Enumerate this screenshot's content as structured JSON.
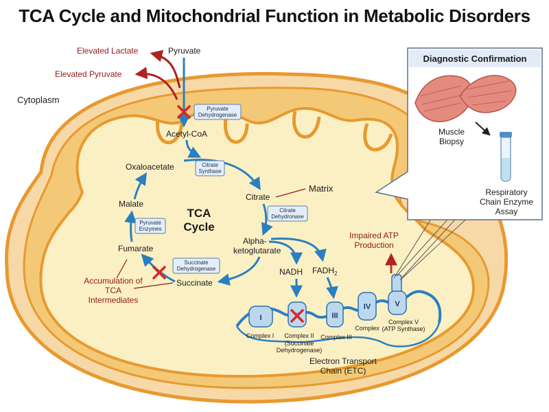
{
  "title": "TCA Cycle and Mitochondrial Function in Metabolic Disorders",
  "cytoplasm_label": "Cytoplasm",
  "matrix_label": "Matrix",
  "cycle_title": [
    "TCA",
    "Cycle"
  ],
  "pyruvate": "Pyruvate",
  "elevated_lactate": "Elevated Lactate",
  "elevated_pyruvate": "Elevated Pyruvate",
  "metabolites": {
    "acetyl_coa": "Acetyl-CoA",
    "citrate": "Citrate",
    "alpha_kg": [
      "Alpha-",
      "ketoglutarate"
    ],
    "succinate": "Succinate",
    "fumarate": "Fumarate",
    "malate": "Malate",
    "oxaloacetate": "Oxaloacetate"
  },
  "enzymes": {
    "pdh": [
      "Pyruvate",
      "Dehydrogenase"
    ],
    "citrate_synthase": [
      "Citrate",
      "Synthase"
    ],
    "citrate_dehydrogenase": [
      "Citrate",
      "Dehydronase"
    ],
    "succinate_dehydrogenase": [
      "Succinate",
      "Dehydrogenase"
    ],
    "pyruvate_enzymes": [
      "Pyruvate",
      "Enzymes"
    ]
  },
  "nadh": "NADH",
  "fadh2": "FADH",
  "fadh2_sub": "2",
  "accumulation": [
    "Accumulation of",
    "TCA",
    "Intermediates"
  ],
  "impaired_atp": [
    "Impaired ATP",
    "Production"
  ],
  "complexes": {
    "numerals": [
      "I",
      "II",
      "III",
      "IV",
      "V"
    ],
    "c1": "Complex I",
    "c2": [
      "Complex II",
      "(Succinate",
      "Dehydrogenase)"
    ],
    "c3": "Complex III",
    "c4": "Complex",
    "c5": [
      "Complex V",
      "(ATP Synthase)"
    ]
  },
  "etc_label": [
    "Electron Transport",
    "Chain (ETC)"
  ],
  "diagnostic": {
    "title": "Diagnostic Confirmation",
    "biopsy": [
      "Muscle",
      "Biopsy"
    ],
    "assay": [
      "Respiratory",
      "Chain Enzyme",
      "Assay"
    ]
  },
  "colors": {
    "arrow_blue": "#2a7fc0",
    "inhibit_red": "#d62828",
    "label_red": "#8e1a1a",
    "outer_membrane": "#f4a740",
    "matrix_fill": "#fbf0c4",
    "complex_fill": "#bcd8ef"
  }
}
